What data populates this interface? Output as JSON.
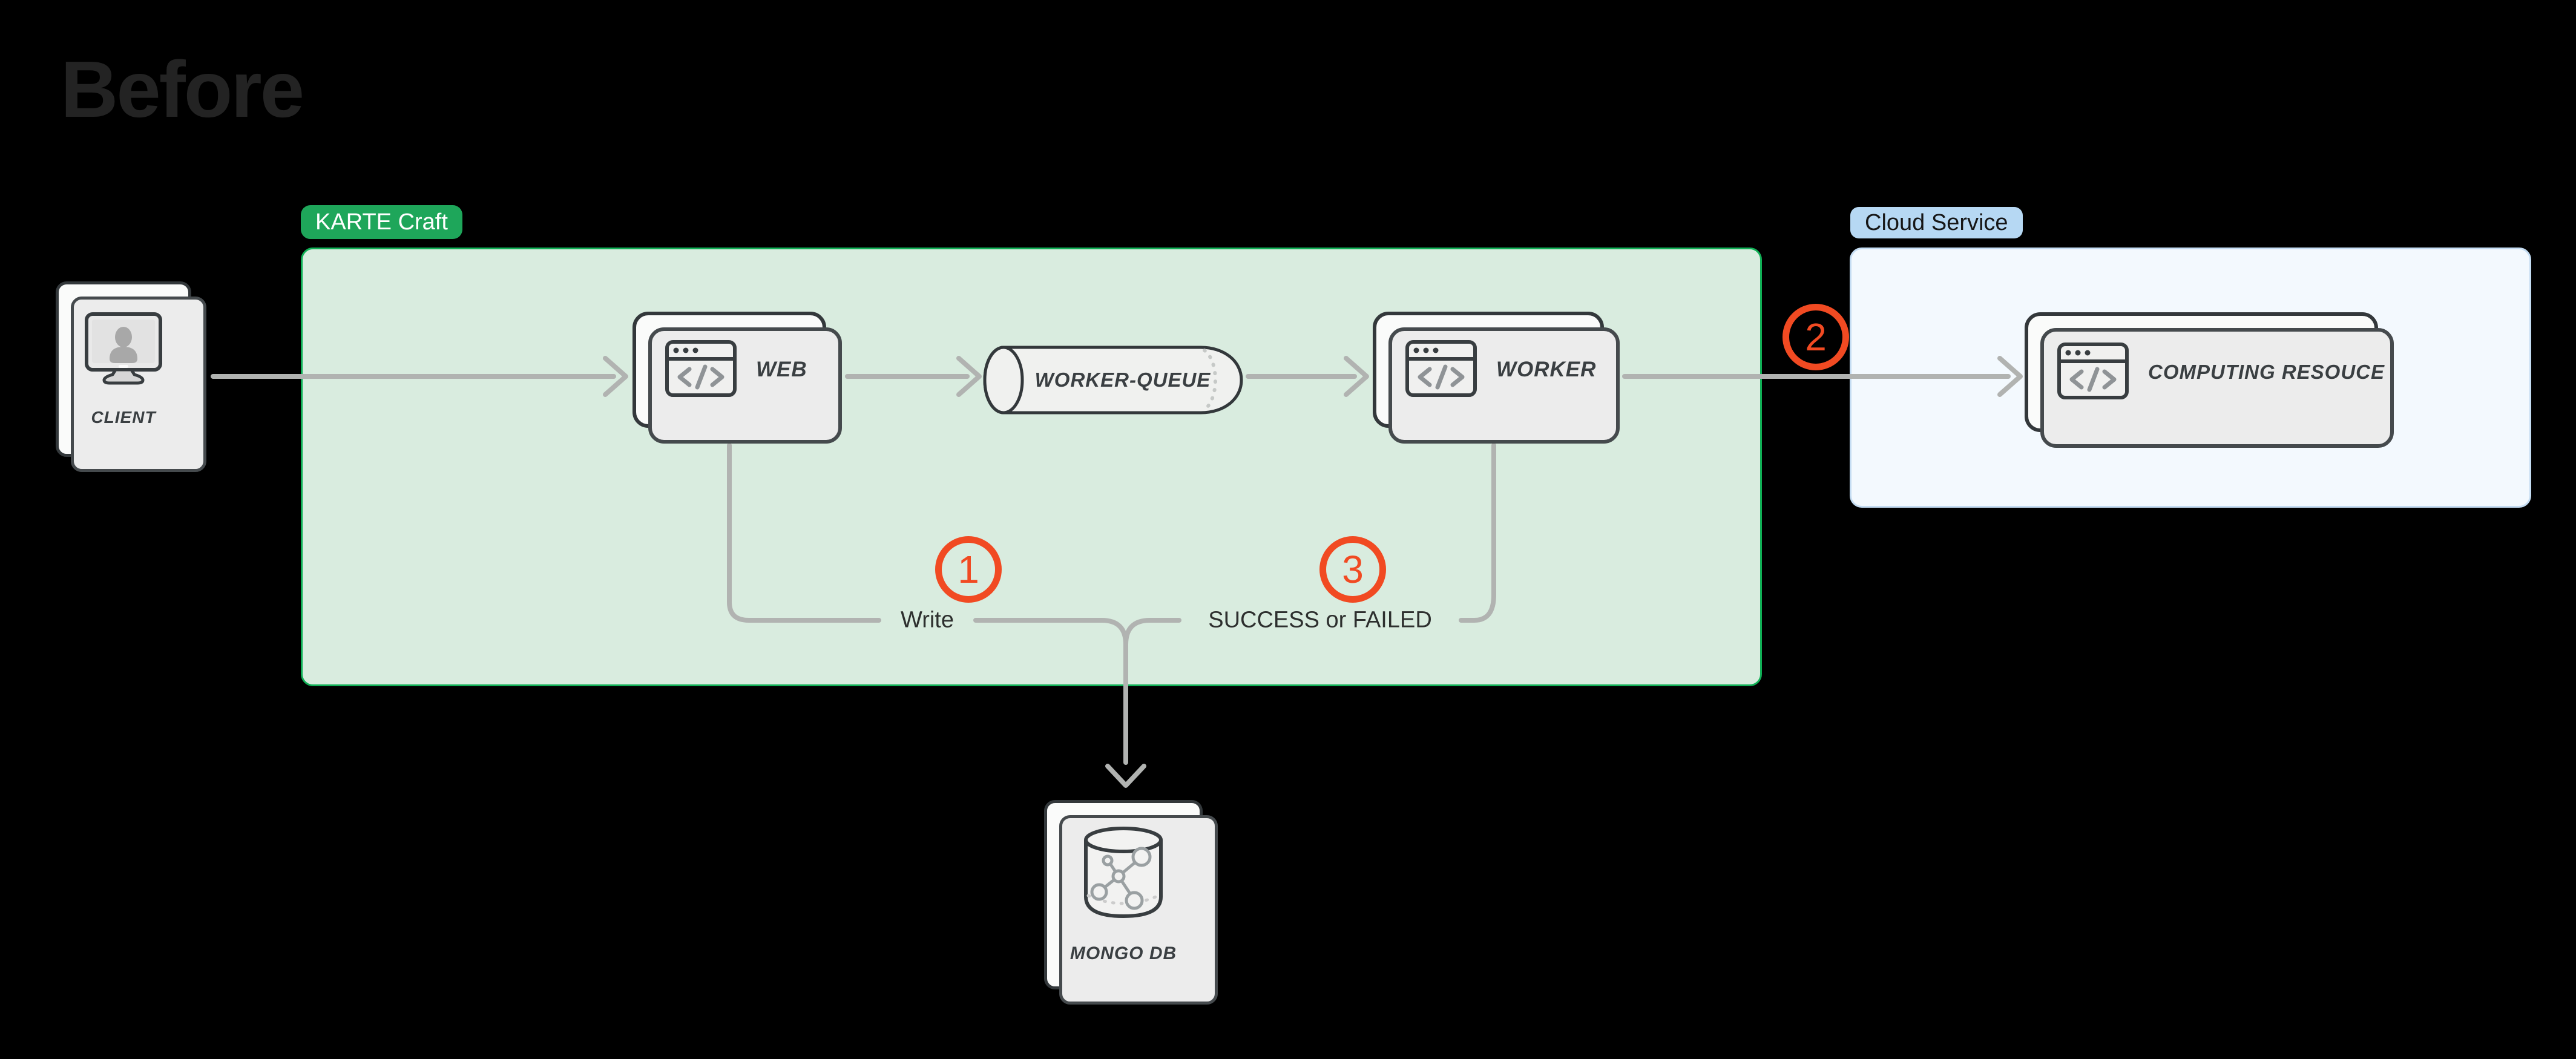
{
  "title": "Before",
  "groups": {
    "karte": {
      "label": "KARTE Craft"
    },
    "cloud": {
      "label": "Cloud Service"
    }
  },
  "nodes": {
    "client": {
      "label": "CLIENT"
    },
    "web": {
      "label": "WEB"
    },
    "queue": {
      "label": "WORKER-QUEUE"
    },
    "worker": {
      "label": "WORKER"
    },
    "computing": {
      "label": "COMPUTING RESOUCE"
    },
    "mongo": {
      "label": "MONGO DB"
    }
  },
  "annotations": {
    "step1": {
      "number": "1",
      "label": "Write"
    },
    "step2": {
      "number": "2",
      "label": ""
    },
    "step3": {
      "number": "3",
      "label": "SUCCESS or FAILED"
    }
  },
  "colors": {
    "background": "#000000",
    "title_text": "#232323",
    "karte_badge": "#1ea65a",
    "karte_zone_fill": "#d9ecdf",
    "karte_zone_border": "#10b056",
    "cloud_badge": "#b6d8f3",
    "cloud_zone_fill": "#f3f9fe",
    "cloud_zone_border": "#c4dcf2",
    "card_fill": "#fafbfa",
    "card_border": "#33383b",
    "arrow_gray": "#b1b3b1",
    "step_accent": "#f14a22",
    "label_text": "#3a3f42"
  }
}
